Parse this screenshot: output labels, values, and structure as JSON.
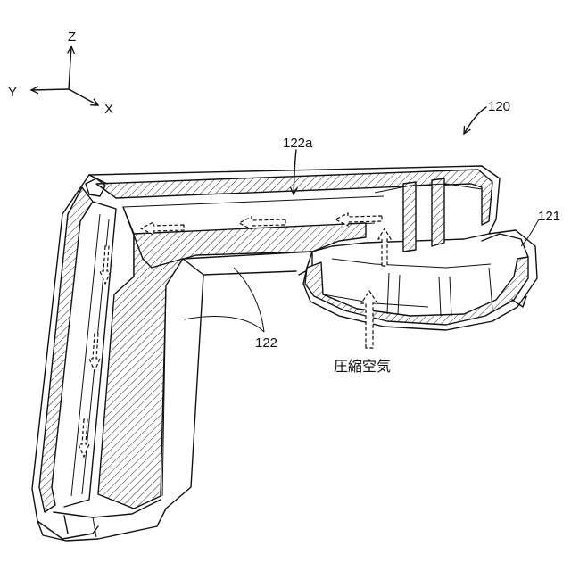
{
  "axes": {
    "z": "Z",
    "y": "Y",
    "x": "X"
  },
  "labels": {
    "ref_120": "120",
    "ref_121": "121",
    "ref_122a": "122a",
    "ref_122": "122",
    "compressed_air": "圧縮空気"
  }
}
